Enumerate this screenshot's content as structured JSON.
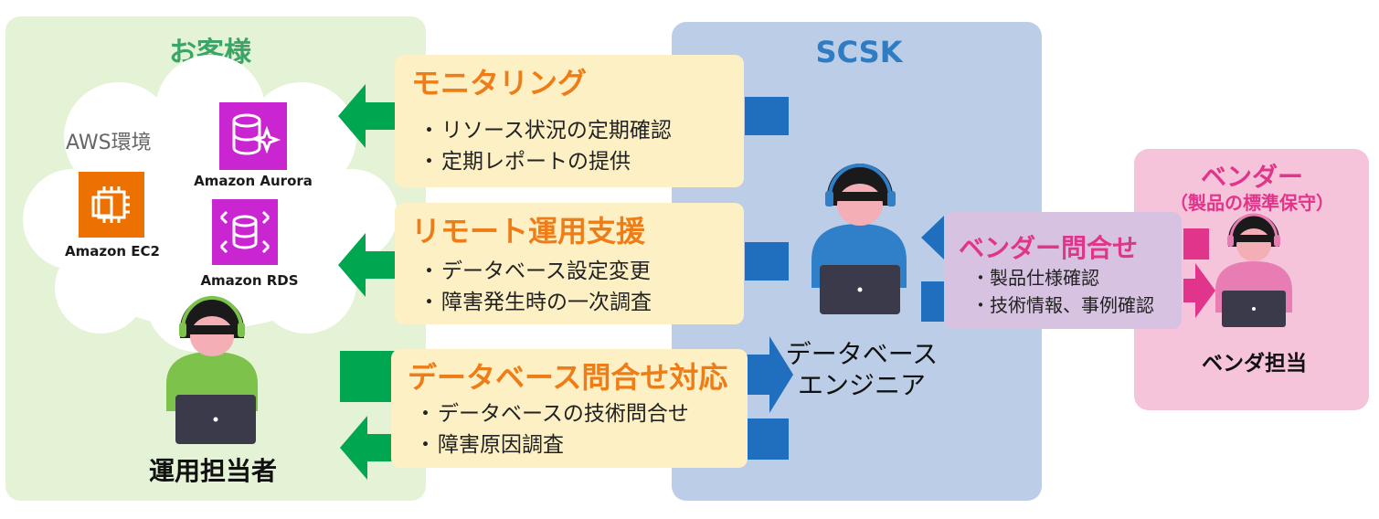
{
  "customer": {
    "title": "お客様",
    "aws_label": "AWS環境",
    "services": [
      {
        "name": "Amazon Aurora",
        "icon": "aurora-icon",
        "color": "#c925d1"
      },
      {
        "name": "Amazon EC2",
        "icon": "ec2-icon",
        "color": "#ed7100"
      },
      {
        "name": "Amazon RDS",
        "icon": "rds-icon",
        "color": "#c925d1"
      }
    ],
    "person_label": "運用担当者"
  },
  "scsk": {
    "title": "SCSK",
    "person_label_line1": "データベース",
    "person_label_line2": "エンジニア"
  },
  "services_boxes": [
    {
      "title": "モニタリング",
      "items": [
        "リソース状況の定期確認",
        "定期レポートの提供"
      ]
    },
    {
      "title": "リモート運用支援",
      "items": [
        "データベース設定変更",
        "障害発生時の一次調査"
      ]
    },
    {
      "title": "データベース問合せ対応",
      "items": [
        "データベースの技術問合せ",
        "障害原因調査"
      ]
    }
  ],
  "vendor_inquiry": {
    "title": "ベンダー問合せ",
    "items": [
      "・製品仕様確認",
      "・技術情報、事例確認"
    ]
  },
  "vendor": {
    "title": "ベンダー",
    "subtitle": "（製品の標準保守）",
    "person_label": "ベンダ担当"
  },
  "colors": {
    "customer_bg": "#e4f2d6",
    "customer_title": "#3aa566",
    "scsk_bg": "#bccde8",
    "scsk_title": "#2f7cc2",
    "vendor_bg": "#f5c3da",
    "vendor_title": "#e0358b",
    "box_bg": "#fdf0c4",
    "box_title": "#ee7d18",
    "green_arrow": "#00a650",
    "blue_arrow": "#1f6fbe",
    "pink_arrow": "#e0358b",
    "inquiry_bg": "#d7c2e2",
    "inquiry_title": "#e0358b"
  }
}
